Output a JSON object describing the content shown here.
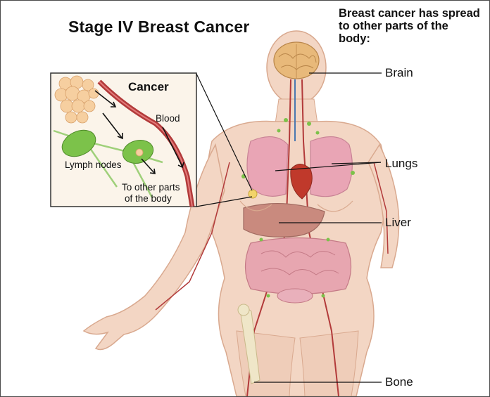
{
  "title": "Stage IV Breast Cancer",
  "subtitle": "Breast cancer has spread to other parts of the body:",
  "organ_labels": {
    "brain": "Brain",
    "lungs": "Lungs",
    "liver": "Liver",
    "bone": "Bone"
  },
  "inset": {
    "title": "Cancer",
    "blood": "Blood",
    "lymph_nodes": "Lymph nodes",
    "to_other_parts_line1": "To other parts",
    "to_other_parts_line2": "of the body"
  },
  "colors": {
    "skin": "#f3d6c4",
    "skin_outline": "#d9a98f",
    "organ_pink": "#e8a0b4",
    "heart_red": "#c0392b",
    "liver": "#c98a7e",
    "brain": "#e8b97a",
    "lymph_green": "#7cc24a",
    "vessel_red": "#b23a3a",
    "inset_bg": "#fbf4ea"
  }
}
